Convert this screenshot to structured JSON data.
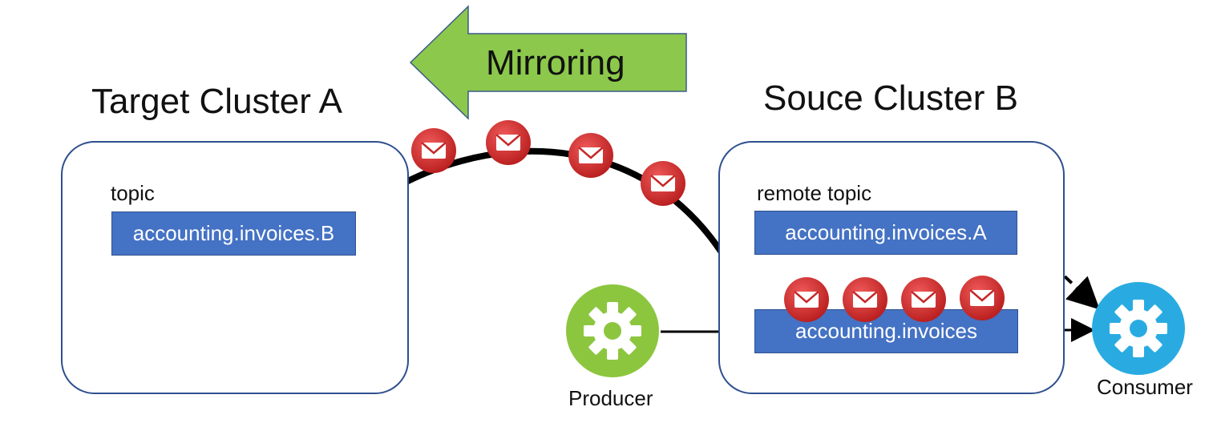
{
  "mirroring_label": "Mirroring",
  "target_cluster": {
    "title": "Target Cluster A",
    "topic_label": "topic",
    "topic_name": "accounting.invoices.B"
  },
  "source_cluster": {
    "title": "Souce Cluster B",
    "remote_topic_label": "remote topic",
    "remote_topic_name": "accounting.invoices.A",
    "local_topic_name": "accounting.invoices"
  },
  "producer_label": "Producer",
  "consumer_label": "Consumer",
  "colors": {
    "mirroring_arrow": "#8cc84b",
    "topic_fill": "#4472c4",
    "cluster_border": "#2f4f8f",
    "message_icon": "#d62e2e",
    "producer": "#8cc63f",
    "consumer": "#29abe2"
  },
  "icons": [
    "envelope-icon",
    "gear-icon"
  ]
}
